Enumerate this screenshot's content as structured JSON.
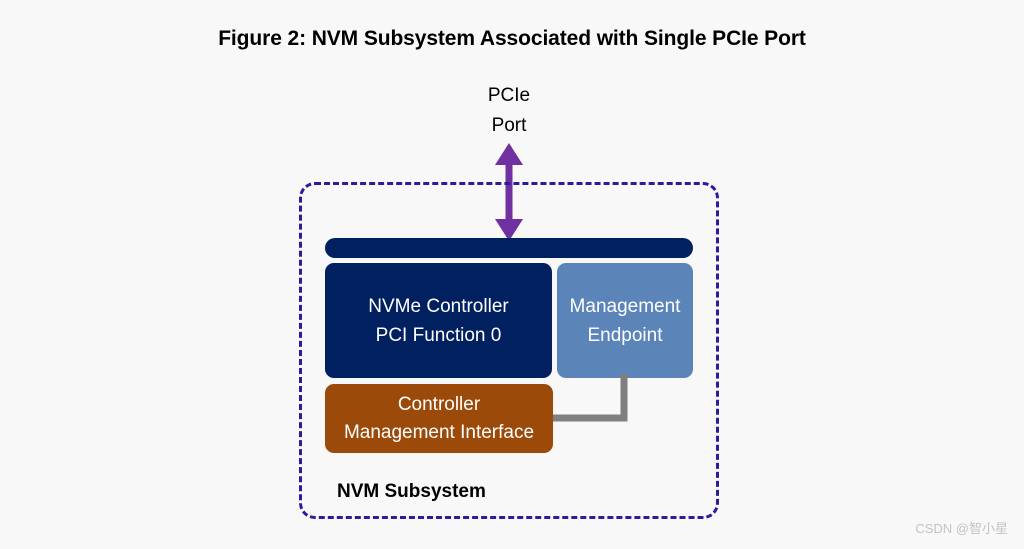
{
  "figure": {
    "title": "Figure 2: NVM Subsystem Associated with Single PCIe Port"
  },
  "port": {
    "label_line1": "PCIe",
    "label_line2": "Port",
    "arrow_color": "#7030a0",
    "arrow_direction": "bidirectional"
  },
  "subsystem": {
    "label": "NVM Subsystem",
    "border_color": "#2a1d9c",
    "border_style": "dashed"
  },
  "bus": {
    "name": "pcie-internal-bus",
    "color": "#002060"
  },
  "blocks": {
    "nvme_controller": {
      "line1": "NVMe Controller",
      "line2": "PCI Function 0",
      "color": "#002060",
      "text_color": "#ffffff"
    },
    "management_endpoint": {
      "line1": "Management",
      "line2": "Endpoint",
      "color": "#5b84b8",
      "text_color": "#ffffff"
    },
    "controller_management_interface": {
      "line1": "Controller",
      "line2": "Management Interface",
      "color": "#9c4a0a",
      "text_color": "#ffffff"
    }
  },
  "connector": {
    "name": "management-endpoint-to-cmi",
    "color": "#808080"
  },
  "watermark": {
    "text": "CSDN @智小星"
  },
  "canvas": {
    "background": "#f8f8f8"
  }
}
